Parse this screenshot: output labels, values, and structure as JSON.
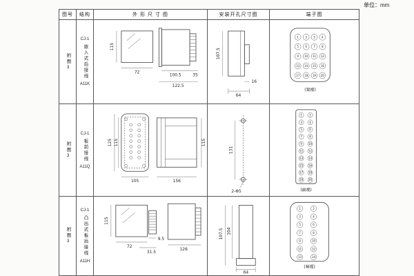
{
  "unit_label": "单位：mm",
  "headers": {
    "fig": "图号",
    "structure": "结构",
    "outline": "外 形 尺 寸 图",
    "install": "安装开孔尺寸图",
    "terminal": "端子图"
  },
  "rows": [
    {
      "fig_no": "附图3",
      "model": "CJ-1",
      "mount": "嵌入式后接线",
      "code": "A11K",
      "outline": {
        "h": "115",
        "w": "72",
        "body": "100.5",
        "total": "122.5",
        "pin": "35"
      },
      "install": {
        "h": "107.5",
        "w1": "16",
        "w2": "64"
      },
      "terminal_view": "(背视)"
    },
    {
      "fig_no": "附图3",
      "model": "CJ-1",
      "mount": "板前接线",
      "code": "A11Q",
      "outline": {
        "h1": "125",
        "h2": "115",
        "w": "105",
        "side_l": "156",
        "side_h": "115"
      },
      "install": {
        "h": "131",
        "holes": "2-Φ5"
      },
      "terminal_view": "(前视)"
    },
    {
      "fig_no": "附图3",
      "model": "CJ-1",
      "mount": "凸出式板后接线",
      "code": "A11H",
      "outline": {
        "h": "115",
        "w": "72",
        "pin_d": "9.5",
        "pin_w": "31.5",
        "total": "126"
      },
      "install": {
        "h1": "107.5",
        "h2": "104",
        "w": "64"
      },
      "terminal_view": "(背视)"
    }
  ],
  "terminals": {
    "r1": {
      "cols": 4,
      "numbers": [
        "1",
        "2",
        "3",
        "4",
        "5",
        "6",
        "7",
        "8",
        "9",
        "10",
        "11",
        "12",
        "13",
        "14",
        "15",
        "16",
        "17",
        "18",
        "19",
        "20"
      ]
    },
    "r2": {
      "cols": 2,
      "numbers": [
        "1",
        "2",
        "3",
        "4",
        "5",
        "6",
        "7",
        "8",
        "9",
        "10",
        "11",
        "12",
        "13",
        "14",
        "15",
        "16",
        "17",
        "18",
        "19",
        "20"
      ]
    },
    "r3": {
      "cols": 2,
      "numbers": [
        "1",
        "2",
        "3",
        "4",
        "5",
        "6",
        "7",
        "8",
        "9",
        "10",
        "11",
        "12",
        "13",
        "14"
      ]
    }
  }
}
